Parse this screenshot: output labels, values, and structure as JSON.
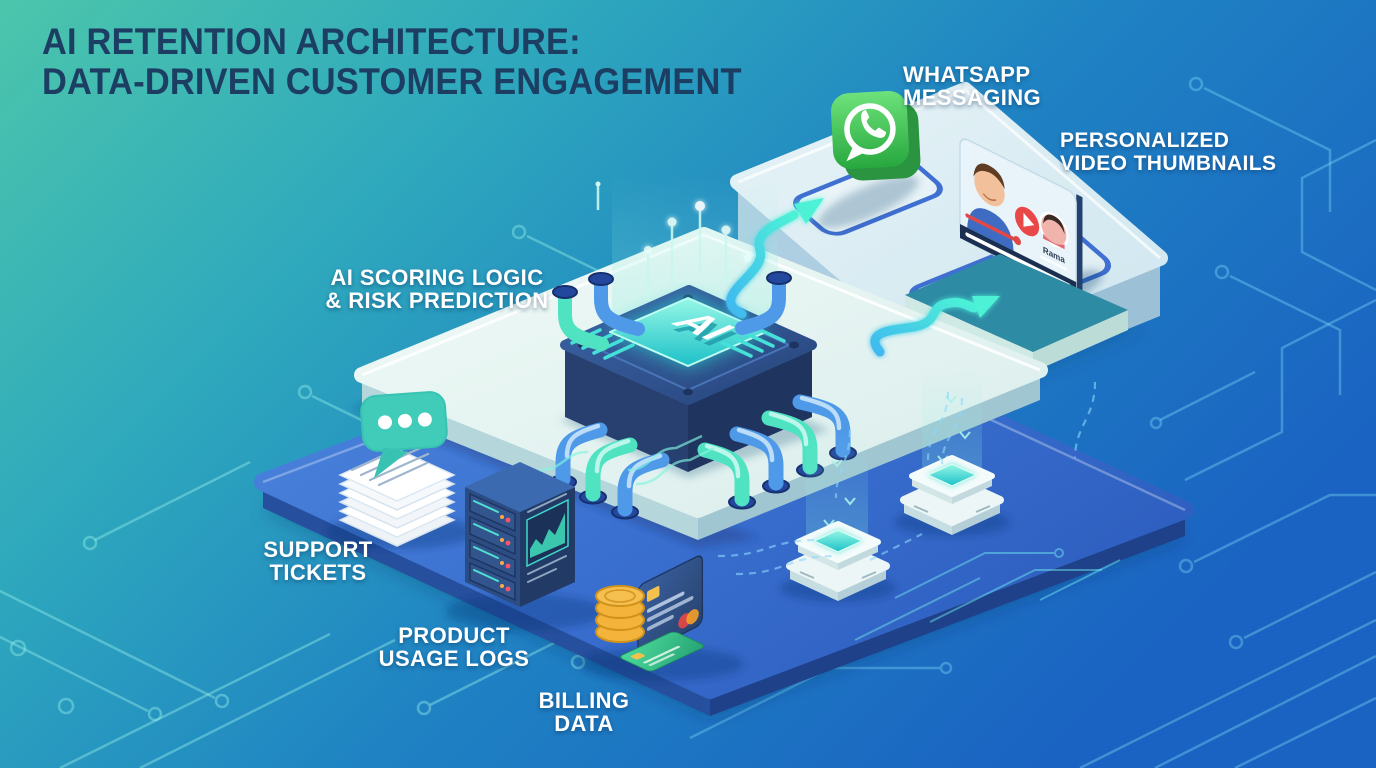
{
  "title": {
    "line1": "AI RETENTION ARCHITECTURE:",
    "line2": "DATA-DRIVEN CUSTOMER ENGAGEMENT"
  },
  "labels": {
    "whatsapp": {
      "line1": "WHATSAPP",
      "line2": "MESSAGING"
    },
    "video": {
      "line1": "PERSONALIZED",
      "line2": "VIDEO THUMBNAILS"
    },
    "ai_scoring": {
      "line1": "AI SCORING LOGIC",
      "line2": "& RISK PREDICTION"
    },
    "support": {
      "line1": "SUPPORT",
      "line2": "TICKETS"
    },
    "usage": {
      "line1": "PRODUCT",
      "line2": "USAGE LOGS"
    },
    "billing": {
      "line1": "BILLING",
      "line2": "DATA"
    }
  },
  "chip": {
    "label": "AI"
  },
  "video_card": {
    "caption": "Rama"
  },
  "icons": {
    "whatsapp": "whatsapp-icon",
    "play": "play-icon",
    "chat_bubble": "chat-bubble-icon",
    "server": "server-rack-icon",
    "coins": "coins-icon",
    "credit_cards": "credit-card-icons",
    "papers": "ticket-stack-icon",
    "data_nodes": "data-node-icons",
    "arrows": "flow-arrow-icons"
  },
  "colors": {
    "bg_teal": "#47c2ad",
    "bg_blue": "#1a64c2",
    "title_navy": "#1d3e63",
    "platform_blue": "#3c74d4",
    "platform_white": "#ecf7f3",
    "chip_navy": "#2c4a82",
    "chip_pad_teal": "#2fd8cc",
    "pipe_teal": "#4fe3c2",
    "pipe_blue": "#4f9ae8",
    "whatsapp_green": "#3fc351",
    "accent_arrow": "#43ecd2",
    "coin_gold": "#f4b43c",
    "play_red": "#e84848"
  }
}
